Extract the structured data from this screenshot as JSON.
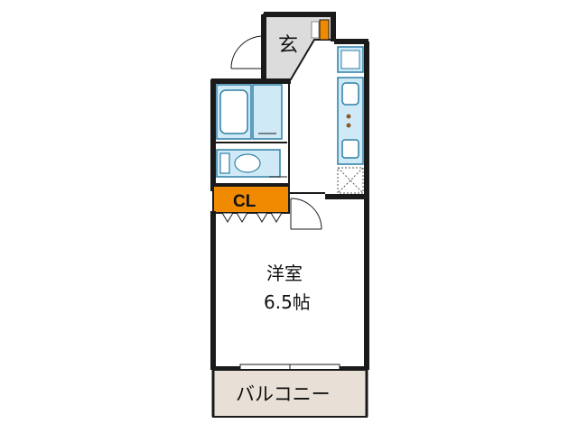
{
  "rooms": {
    "genkan": "玄",
    "closet": "CL",
    "western_room": "洋室",
    "western_room_size": "6.5帖",
    "balcony": "バルコニー"
  },
  "colors": {
    "closet_fill": "#f08a00",
    "genkan_fill": "#dcdcdc",
    "balcony_fill": "#e8e0d6",
    "fixture_fill": "#cfeaf6",
    "fixture_stroke": "#2f7fa6",
    "wall": "#1a1a1a"
  },
  "icons": [
    "door-swing-icon",
    "bathtub-icon",
    "toilet-icon",
    "sink-icon",
    "stove-icon",
    "washing-machine-icon",
    "fridge-space-icon",
    "shoe-cabinet-icon"
  ]
}
